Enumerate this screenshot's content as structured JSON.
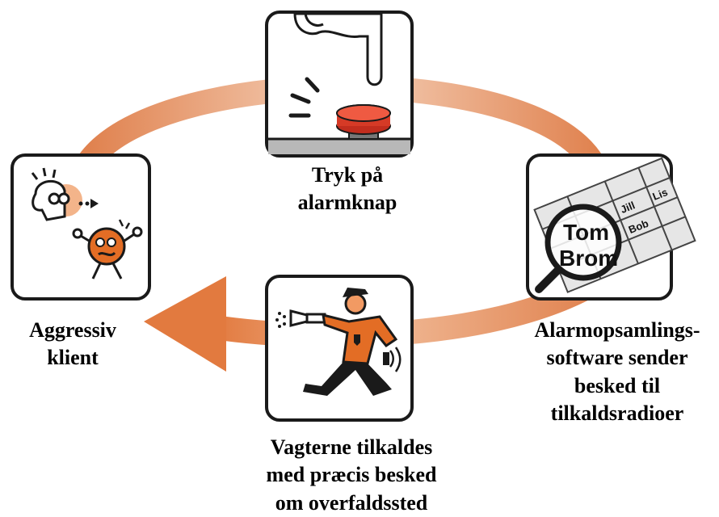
{
  "steps": {
    "alarm": {
      "lines": [
        "Tryk på",
        "alarmknap"
      ],
      "icon": "alarm-button-icon"
    },
    "software": {
      "lines": [
        "Alarmopsamlings-",
        "software sender",
        "besked til",
        "tilkaldsradioer"
      ],
      "icon": "roster-magnifier-icon"
    },
    "guards": {
      "lines": [
        "Vagterne tilkaldes",
        "med præcis besked",
        "om overfaldssted"
      ],
      "icon": "running-guard-icon"
    },
    "aggressive": {
      "lines": [
        "Aggressiv",
        "klient"
      ],
      "icon": "aggressive-client-icon"
    }
  },
  "roster": {
    "names": [
      "Tom",
      "Brom",
      "Jill",
      "Lis",
      "Bob"
    ]
  },
  "colors": {
    "arrow": "#e0824f",
    "arrow_light": "#f3c9ac",
    "accent": "#e36d25",
    "frame": "#1a1a1a",
    "panel_fill": "#ffffff"
  }
}
